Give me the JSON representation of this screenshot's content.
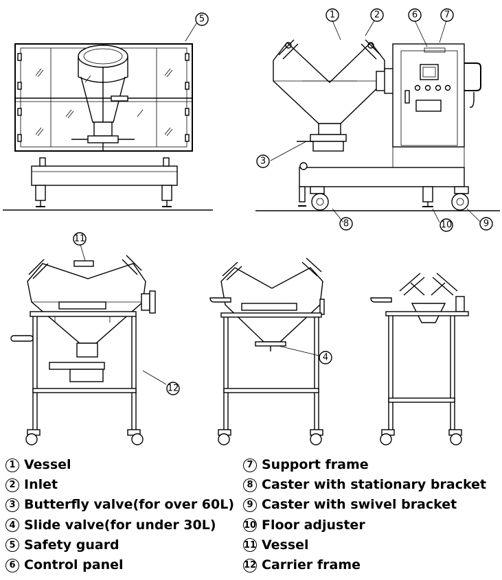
{
  "callouts": {
    "c1": "1",
    "c2": "2",
    "c3": "3",
    "c4": "4",
    "c5": "5",
    "c6": "6",
    "c7": "7",
    "c8": "8",
    "c9": "9",
    "c10": "10",
    "c11": "11",
    "c12": "12"
  },
  "legend": {
    "left": [
      {
        "num": "1",
        "label": "Vessel"
      },
      {
        "num": "2",
        "label": "Inlet"
      },
      {
        "num": "3",
        "label": "Butterfly valve(for over 60L)"
      },
      {
        "num": "4",
        "label": "Slide valve(for under 30L)"
      },
      {
        "num": "5",
        "label": "Safety guard"
      },
      {
        "num": "6",
        "label": "Control panel"
      }
    ],
    "right": [
      {
        "num": "7",
        "label": "Support frame"
      },
      {
        "num": "8",
        "label": "Caster with stationary bracket"
      },
      {
        "num": "9",
        "label": "Caster with swivel bracket"
      },
      {
        "num": "10",
        "label": "Floor adjuster"
      },
      {
        "num": "11",
        "label": "Vessel"
      },
      {
        "num": "12",
        "label": "Carrier frame"
      }
    ]
  }
}
